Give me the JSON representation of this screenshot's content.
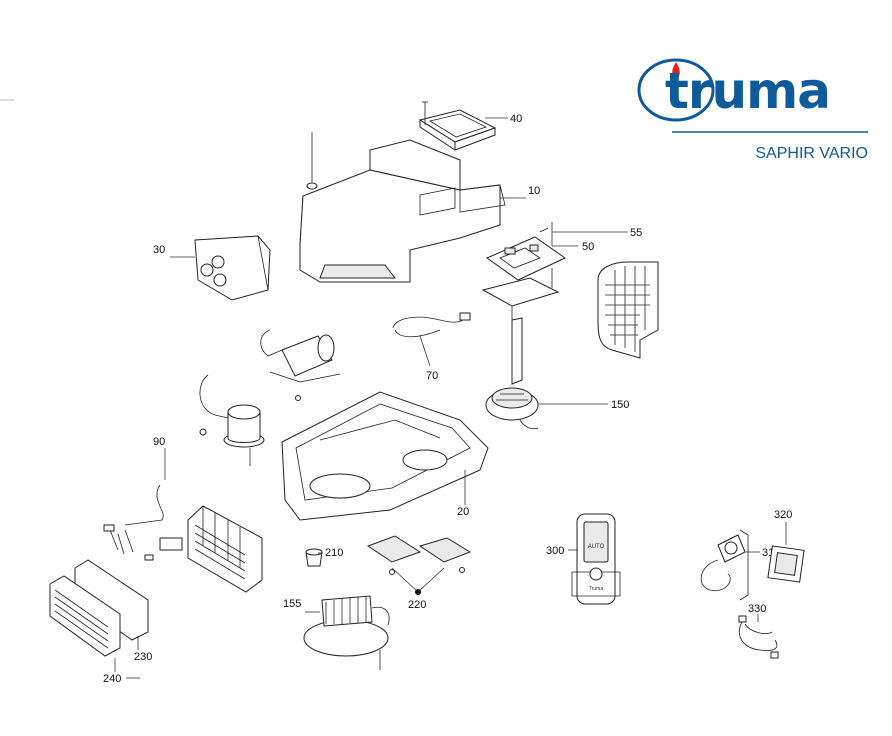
{
  "brand": {
    "name": "truma",
    "product": "SAPHIR VARIO",
    "color": "#0e5a9a",
    "flame_color": "#e2231a"
  },
  "parts": {
    "p10": "10",
    "p20": "20",
    "p30": "30",
    "p40": "40",
    "p50": "50",
    "p55": "55",
    "p70": "70",
    "p90": "90",
    "p150": "150",
    "p155": "155",
    "p210": "210",
    "p220": "220",
    "p230": "230",
    "p240": "240",
    "p300": "300",
    "p310": "310",
    "p320": "320",
    "p330": "330"
  },
  "remote": {
    "brand_label": "Truma",
    "screen_text": "AUTO"
  }
}
